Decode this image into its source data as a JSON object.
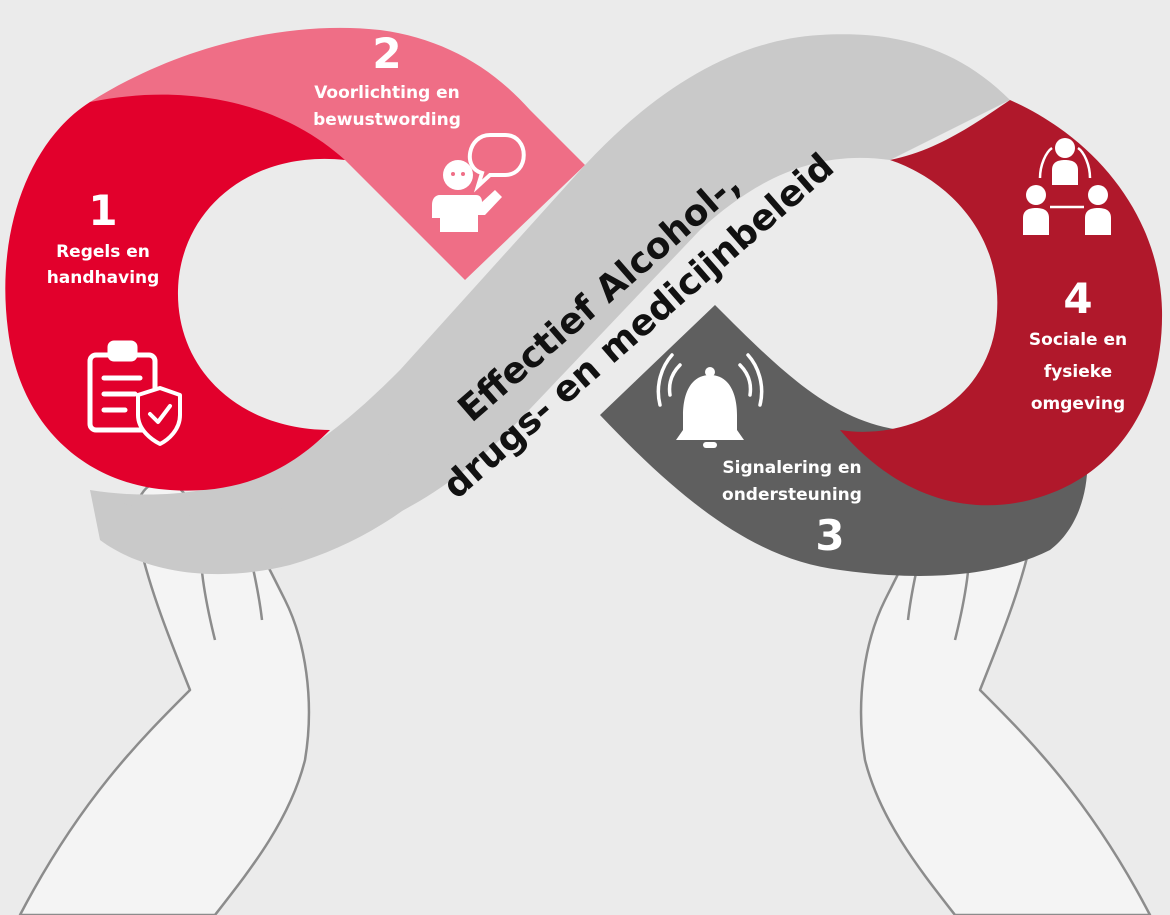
{
  "center_title": {
    "line1": "Effectief Alcohol-,",
    "line2": "drugs- en medicijnbeleid"
  },
  "pillars": [
    {
      "number": "1",
      "line1": "Regels en",
      "line2": "handhaving",
      "color": "#e2002c",
      "icon": "clipboard-shield-icon"
    },
    {
      "number": "2",
      "line1": "Voorlichting en",
      "line2": "bewustwording",
      "color": "#ef6e86",
      "icon": "person-speech-icon"
    },
    {
      "number": "3",
      "line1": "Signalering en",
      "line2": "ondersteuning",
      "color": "#5f5f5f",
      "icon": "alarm-bell-icon"
    },
    {
      "number": "4",
      "line1": "Sociale en",
      "line2": "fysieke",
      "line3": "omgeving",
      "color": "#b0182b",
      "icon": "people-network-icon"
    }
  ],
  "band_color": "#c9c9c9",
  "background": "#ebebeb"
}
